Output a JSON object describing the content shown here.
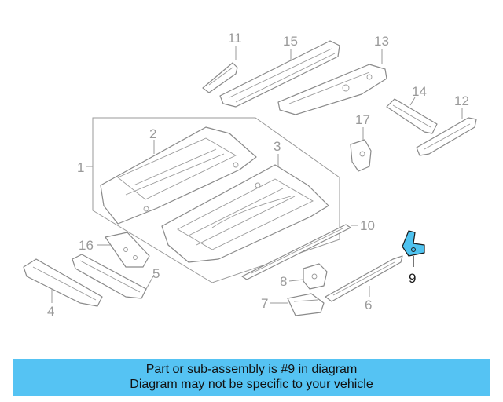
{
  "diagram": {
    "highlight_color": "#4fc3f0",
    "callouts": [
      {
        "id": "1",
        "text": "1"
      },
      {
        "id": "2",
        "text": "2"
      },
      {
        "id": "3",
        "text": "3"
      },
      {
        "id": "4",
        "text": "4"
      },
      {
        "id": "5",
        "text": "5"
      },
      {
        "id": "6",
        "text": "6"
      },
      {
        "id": "7",
        "text": "7"
      },
      {
        "id": "8",
        "text": "8"
      },
      {
        "id": "9",
        "text": "9",
        "highlighted": true
      },
      {
        "id": "10",
        "text": "10"
      },
      {
        "id": "11",
        "text": "11"
      },
      {
        "id": "12",
        "text": "12"
      },
      {
        "id": "13",
        "text": "13"
      },
      {
        "id": "14",
        "text": "14"
      },
      {
        "id": "15",
        "text": "15"
      },
      {
        "id": "16",
        "text": "16"
      },
      {
        "id": "17",
        "text": "17"
      }
    ]
  },
  "caption": {
    "line1": "Part or sub-assembly is #9 in diagram",
    "line2": "Diagram may not be specific to your vehicle",
    "background": "#55c3f3"
  }
}
